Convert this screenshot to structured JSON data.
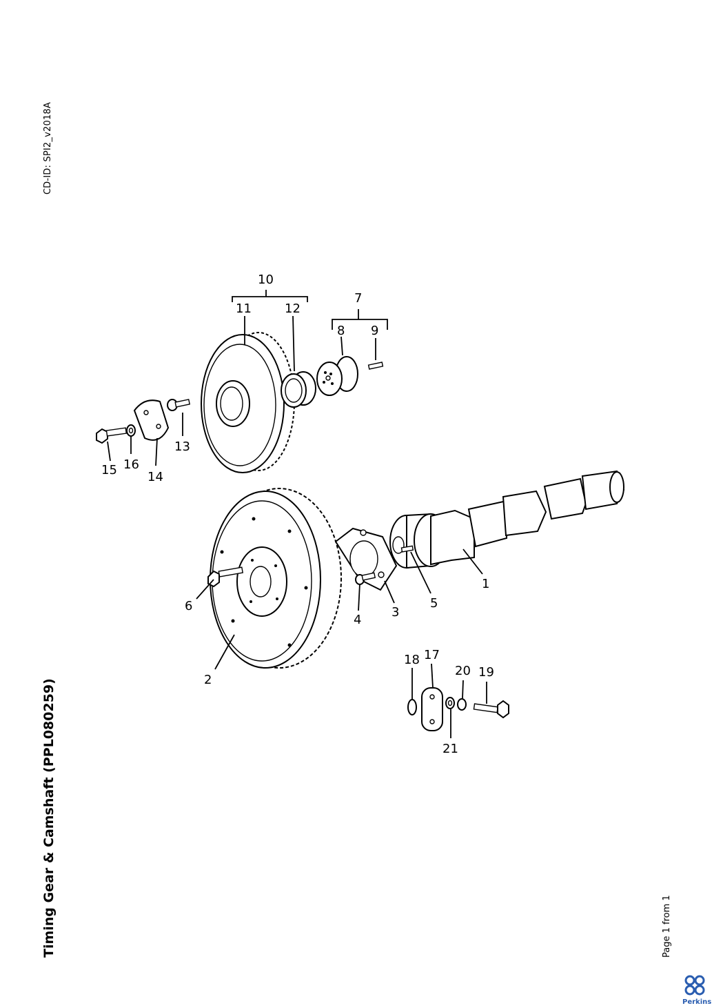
{
  "header": {
    "cd_id": "CD-ID: SPI2_v2018A",
    "title": "Timing Gear & Camshaft (PPL080259)",
    "page": "Page 1 from 1"
  },
  "brand": {
    "logo_icon": "perkins-logo-icon",
    "name": "Perkins",
    "color": "#2a5db0"
  },
  "callouts": {
    "c1": "1",
    "c2": "2",
    "c3": "3",
    "c4": "4",
    "c5": "5",
    "c6": "6",
    "c7": "7",
    "c8": "8",
    "c9": "9",
    "c10": "10",
    "c11": "11",
    "c12": "12",
    "c13": "13",
    "c14": "14",
    "c15": "15",
    "c16": "16",
    "c17": "17",
    "c18": "18",
    "c19": "19",
    "c20": "20",
    "c21": "21"
  }
}
